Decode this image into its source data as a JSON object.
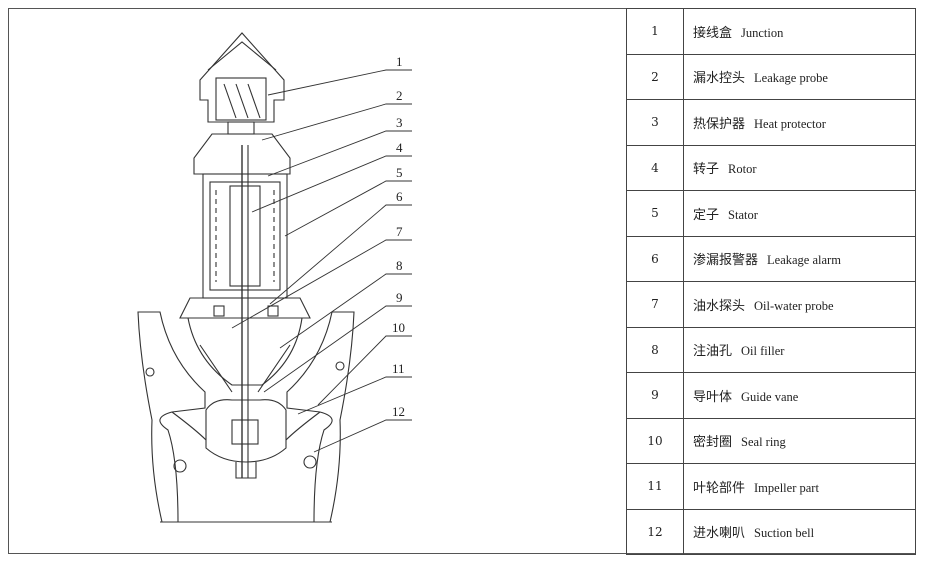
{
  "legend": [
    {
      "num": "1",
      "cn": "接线盒",
      "en": "Junction"
    },
    {
      "num": "2",
      "cn": "漏水控头",
      "en": "Leakage probe"
    },
    {
      "num": "3",
      "cn": "热保护器",
      "en": "Heat protector"
    },
    {
      "num": "4",
      "cn": "转子",
      "en": "Rotor"
    },
    {
      "num": "5",
      "cn": "定子",
      "en": "Stator"
    },
    {
      "num": "6",
      "cn": "渗漏报警器",
      "en": "Leakage alarm"
    },
    {
      "num": "7",
      "cn": "油水探头",
      "en": "Oil-water probe"
    },
    {
      "num": "8",
      "cn": "注油孔",
      "en": "Oil filler"
    },
    {
      "num": "9",
      "cn": "导叶体",
      "en": "Guide vane"
    },
    {
      "num": "10",
      "cn": "密封圈",
      "en": "Seal ring"
    },
    {
      "num": "11",
      "cn": "叶轮部件",
      "en": "Impeller part"
    },
    {
      "num": "12",
      "cn": "进水喇叭",
      "en": "Suction bell"
    }
  ],
  "callouts": [
    "1",
    "2",
    "3",
    "4",
    "5",
    "6",
    "7",
    "8",
    "9",
    "10",
    "11",
    "12"
  ]
}
